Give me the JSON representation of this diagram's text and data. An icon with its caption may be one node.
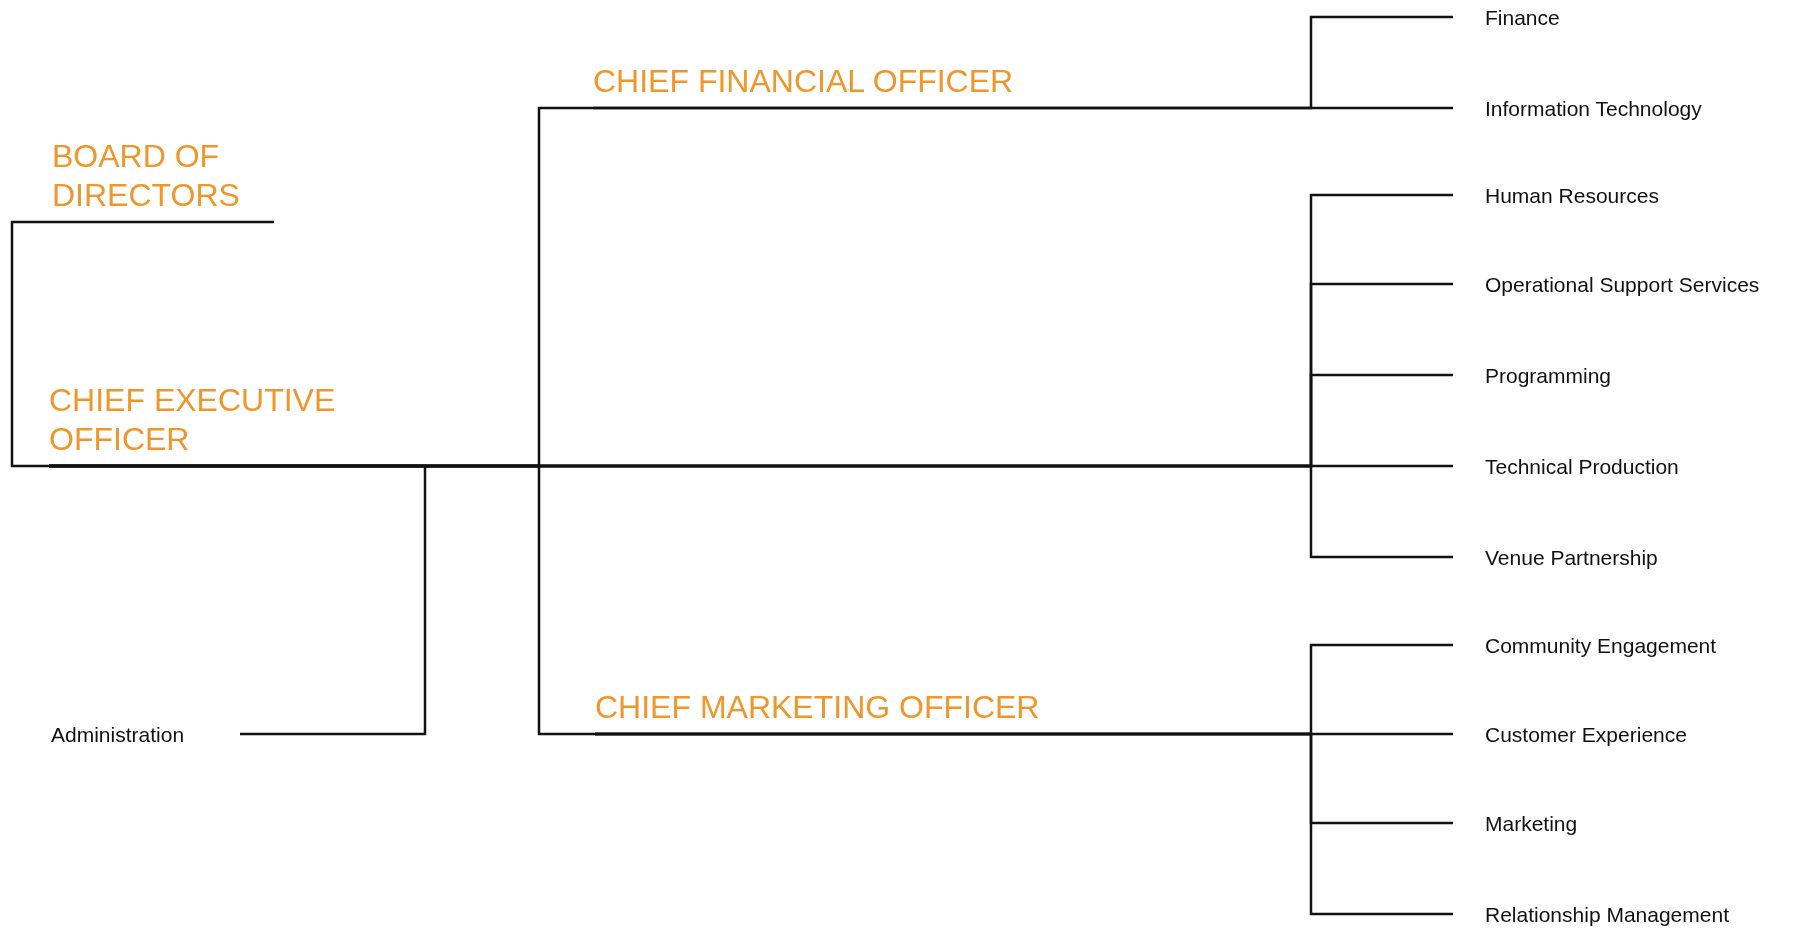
{
  "diagram": {
    "nodes": [
      {
        "text": [
          "BOARD OF DIRECTORS"
        ]
      },
      {
        "text": [
          "CHIEF EXECUTIVE OFFICER"
        ]
      },
      {
        "text": [
          "Administration"
        ]
      },
      {
        "text": [
          "CHIEF FINANCIAL OFFICER"
        ]
      },
      {
        "text": [
          "CHIEF MARKETING OFFICER"
        ]
      },
      {
        "text": [
          "Finance"
        ]
      },
      {
        "text": [
          "Information Technology"
        ]
      },
      {
        "text": [
          "Human Resources"
        ]
      },
      {
        "text": [
          "Operational Support Services"
        ]
      },
      {
        "text": [
          "Programming"
        ]
      },
      {
        "text": [
          "Technical Production"
        ]
      },
      {
        "text": [
          "Venue Partnership"
        ]
      },
      {
        "text": [
          "Community Engagement"
        ]
      },
      {
        "text": [
          "Customer Experience"
        ]
      },
      {
        "text": [
          "Marketing"
        ]
      },
      {
        "text": [
          "Relationship Management"
        ]
      }
    ],
    "edges": [
      {
        "from": 0,
        "to": 1,
        "arrow": "none"
      },
      {
        "from": 1,
        "to": 2,
        "arrow": "none"
      },
      {
        "from": 1,
        "to": 3,
        "arrow": "none"
      },
      {
        "from": 1,
        "to": 4,
        "arrow": "none"
      },
      {
        "from": 3,
        "to": 5,
        "arrow": "none"
      },
      {
        "from": 3,
        "to": 6,
        "arrow": "none"
      },
      {
        "from": 1,
        "to": 7,
        "arrow": "none"
      },
      {
        "from": 1,
        "to": 8,
        "arrow": "none"
      },
      {
        "from": 1,
        "to": 9,
        "arrow": "none"
      },
      {
        "from": 1,
        "to": 10,
        "arrow": "none"
      },
      {
        "from": 1,
        "to": 11,
        "arrow": "none"
      },
      {
        "from": 4,
        "to": 12,
        "arrow": "none"
      },
      {
        "from": 4,
        "to": 13,
        "arrow": "none"
      },
      {
        "from": 4,
        "to": 14,
        "arrow": "none"
      },
      {
        "from": 4,
        "to": 15,
        "arrow": "none"
      }
    ]
  }
}
